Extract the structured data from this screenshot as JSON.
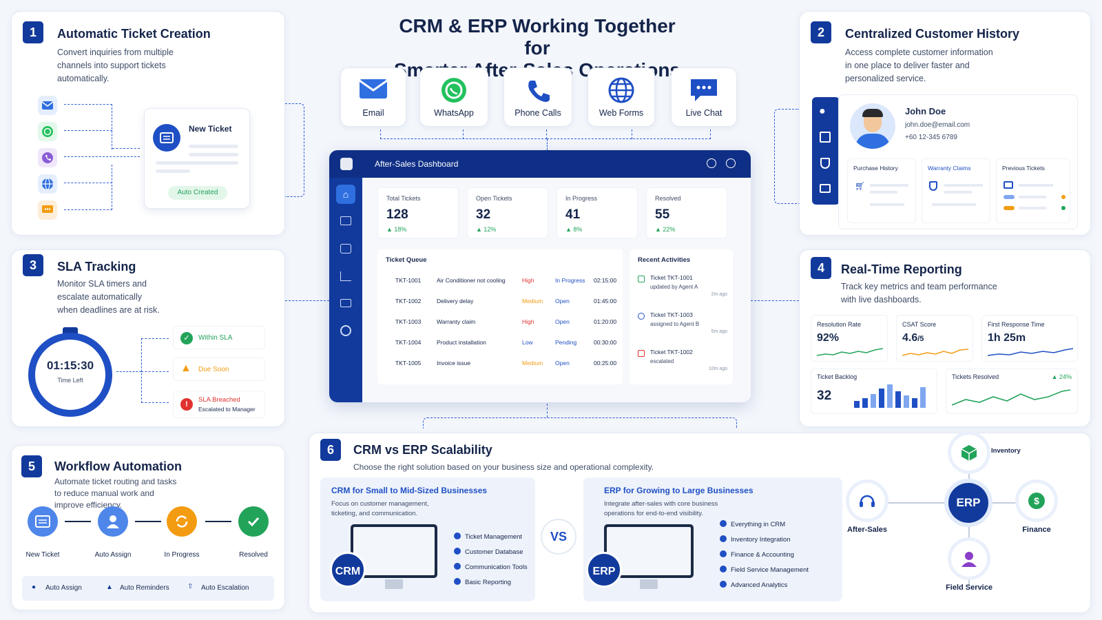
{
  "title_line1": "CRM & ERP Working Together for",
  "title_line2": "Smarter After-Sales Operations",
  "channels": [
    {
      "label": "Email",
      "icon": "envelope-icon"
    },
    {
      "label": "WhatsApp",
      "icon": "whatsapp-icon"
    },
    {
      "label": "Phone Calls",
      "icon": "phone-icon"
    },
    {
      "label": "Web Forms",
      "icon": "globe-icon"
    },
    {
      "label": "Live Chat",
      "icon": "chat-icon"
    }
  ],
  "section1": {
    "num": "1",
    "title": "Automatic Ticket Creation",
    "desc": [
      "Convert inquiries from multiple",
      "channels into support tickets",
      "automatically."
    ],
    "ticket_title": "New Ticket",
    "ticket_badge": "Auto Created"
  },
  "section2": {
    "num": "2",
    "title": "Centralized Customer History",
    "desc": [
      "Access complete customer information",
      "in one place to deliver faster and",
      "personalized service."
    ],
    "name": "John Doe",
    "email": "john.doe@email.com",
    "phone": "+60 12-345 6789",
    "tabs": [
      "Purchase History",
      "Warranty Claims",
      "Previous Tickets"
    ]
  },
  "section3": {
    "num": "3",
    "title": "SLA Tracking",
    "desc": [
      "Monitor SLA timers and",
      "escalate automatically",
      "when deadlines are at risk."
    ],
    "timer": "01:15:30",
    "timer_label": "Time Left",
    "states": [
      {
        "label": "Within SLA",
        "sub": ""
      },
      {
        "label": "Due Soon",
        "sub": ""
      },
      {
        "label": "SLA Breached",
        "sub": "Escalated to Manager"
      }
    ]
  },
  "section4": {
    "num": "4",
    "title": "Real-Time Reporting",
    "desc": [
      "Track key metrics and team performance",
      "with live dashboards."
    ],
    "metrics": [
      {
        "label": "Resolution Rate",
        "value": "92%"
      },
      {
        "label": "CSAT Score",
        "value": "4.6",
        "unit": "/5"
      },
      {
        "label": "First Response Time",
        "value": "1h 25m"
      }
    ],
    "backlog_label": "Ticket Backlog",
    "backlog_value": "32",
    "resolved_label": "Tickets Resolved",
    "resolved_delta": "▲ 24%"
  },
  "section5": {
    "num": "5",
    "title": "Workflow Automation",
    "desc": [
      "Automate ticket routing and tasks",
      "to reduce manual work and",
      "improve efficiency."
    ],
    "steps": [
      "New Ticket",
      "Auto Assign",
      "In Progress",
      "Resolved"
    ],
    "features": [
      "Auto Assign",
      "Auto Reminders",
      "Auto Escalation"
    ]
  },
  "section6": {
    "num": "6",
    "title": "CRM vs ERP Scalability",
    "desc": "Choose the right solution based on your business size and operational complexity.",
    "crm_title": "CRM for Small to Mid-Sized Businesses",
    "crm_desc": [
      "Focus on customer management,",
      "ticketing, and communication."
    ],
    "crm_badge": "CRM",
    "crm_features": [
      "Ticket Management",
      "Customer Database",
      "Communication Tools",
      "Basic Reporting"
    ],
    "vs": "VS",
    "erp_title": "ERP for Growing to Large Businesses",
    "erp_desc": [
      "Integrate after-sales with core business",
      "operations for end-to-end visibility."
    ],
    "erp_badge": "ERP",
    "erp_features": [
      "Everything in CRM",
      "Inventory Integration",
      "Finance & Accounting",
      "Field Service Management",
      "Advanced Analytics"
    ],
    "hub": "ERP",
    "nodes": [
      "Inventory",
      "After-Sales",
      "Finance",
      "Field Service"
    ]
  },
  "dashboard": {
    "title": "After-Sales Dashboard",
    "kpis": [
      {
        "label": "Total Tickets",
        "value": "128",
        "delta": "▲ 18%"
      },
      {
        "label": "Open Tickets",
        "value": "32",
        "delta": "▲ 12%"
      },
      {
        "label": "In Progress",
        "value": "41",
        "delta": "▲ 8%"
      },
      {
        "label": "Resolved",
        "value": "55",
        "delta": "▲ 22%"
      }
    ],
    "queue_title": "Ticket Queue",
    "queue": [
      {
        "id": "TKT-1001",
        "subject": "Air Conditioner not cooling",
        "priority": "High",
        "status": "In Progress",
        "time": "02:15:00"
      },
      {
        "id": "TKT-1002",
        "subject": "Delivery delay",
        "priority": "Medium",
        "status": "Open",
        "time": "01:45:00"
      },
      {
        "id": "TKT-1003",
        "subject": "Warranty claim",
        "priority": "High",
        "status": "Open",
        "time": "01:20:00"
      },
      {
        "id": "TKT-1004",
        "subject": "Product installation",
        "priority": "Low",
        "status": "Pending",
        "time": "00:30:00"
      },
      {
        "id": "TKT-1005",
        "subject": "Invoice issue",
        "priority": "Medium",
        "status": "Open",
        "time": "00:25:00"
      }
    ],
    "activity_title": "Recent Activities",
    "activities": [
      {
        "title": "Ticket TKT-1001",
        "sub": "updated by Agent A",
        "time": "2m ago"
      },
      {
        "title": "Ticket TKT-1003",
        "sub": "assigned to Agent B",
        "time": "5m ago"
      },
      {
        "title": "Ticket TKT-1002",
        "sub": "escalated",
        "time": "10m ago"
      }
    ]
  },
  "colors": {
    "navy": "#123a9c",
    "green": "#22a35a",
    "orange": "#f39c12",
    "red": "#e0322f"
  }
}
